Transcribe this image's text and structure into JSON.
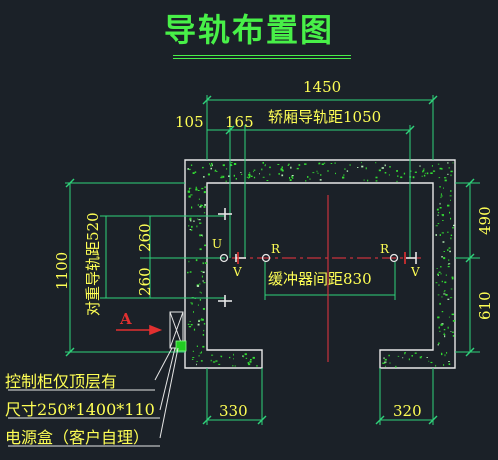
{
  "drawing": {
    "title": "导轨布置图",
    "dimensions": {
      "overall_width": "1450",
      "left_offset_105": "105",
      "left_offset_165": "165",
      "car_rail_gauge": "轿厢导轨距1050",
      "counterweight_rail_gauge": "对重导轨距520",
      "half_260_top": "260",
      "half_260_bottom": "260",
      "buffer_spacing": "缓冲器间距830",
      "total_depth": "1100",
      "right_depth_top": "490",
      "right_depth_bottom": "610",
      "bottom_left_width": "330",
      "bottom_right_width": "320"
    },
    "markers": {
      "u": "U",
      "v_left": "V",
      "r_left": "R",
      "r_right": "R",
      "v_right": "V",
      "section": "A"
    },
    "notes": {
      "line1": "控制柜仅顶层有",
      "line2": "尺寸250*1400*110",
      "line3": "电源盒（客户自理）"
    },
    "colors": {
      "background": "#1b2128",
      "title": "#48f048",
      "wall_outline": "#e8e8e8",
      "wall_hatch": "#33dd33",
      "text": "#ffff55",
      "dimension_line": "#2fd27a",
      "rail": "#e6e6e6",
      "centerline": "#c8323c",
      "power_box": "#22cc22"
    }
  }
}
